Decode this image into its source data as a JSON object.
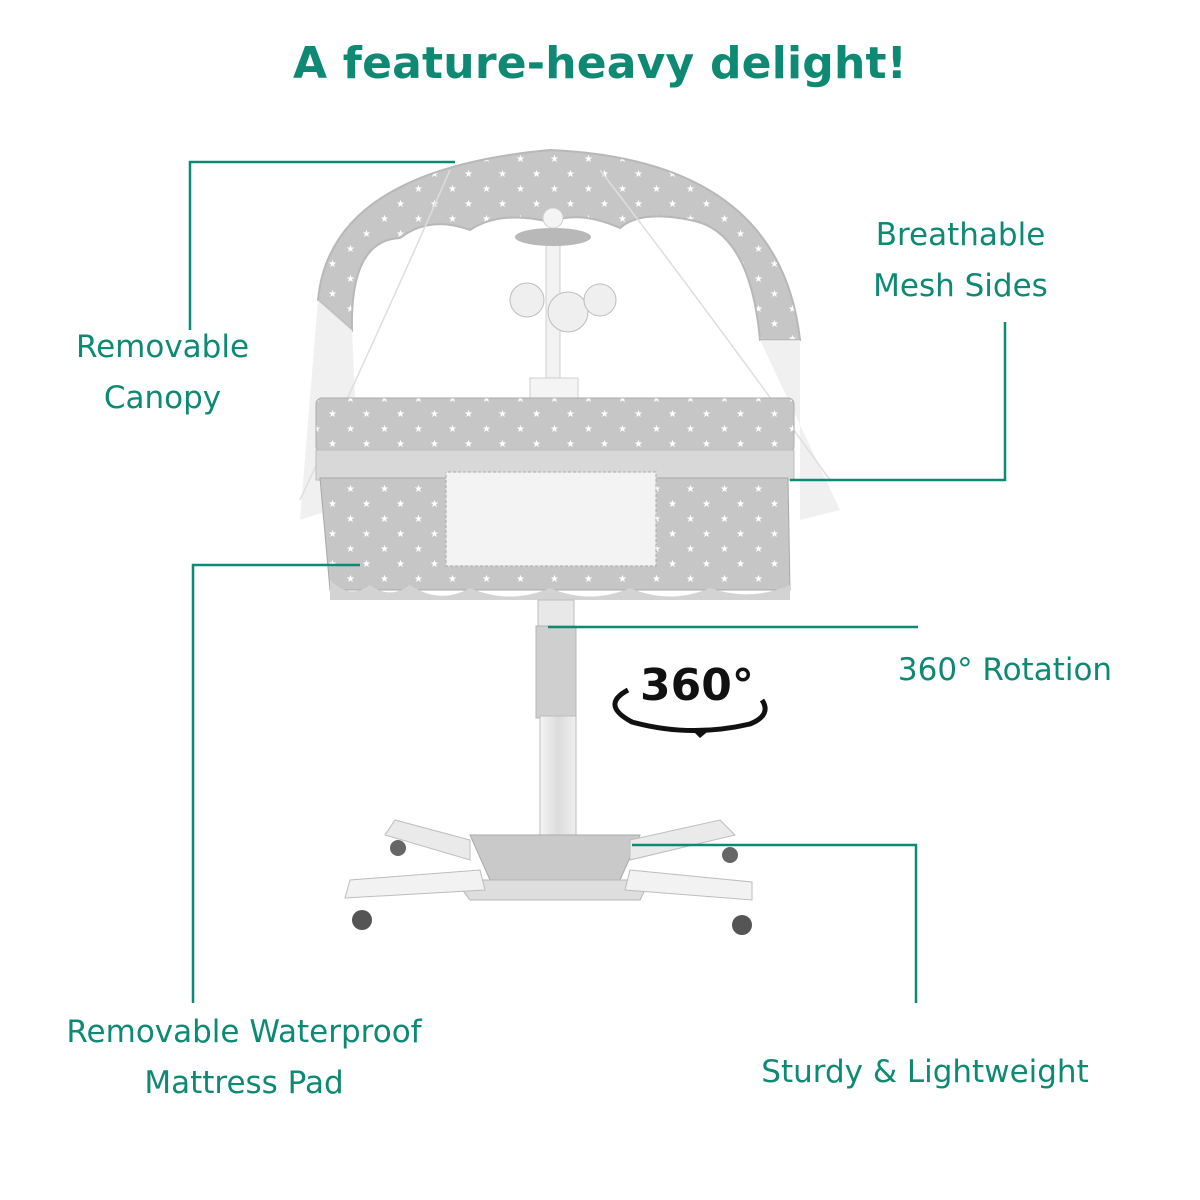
{
  "heading": "A feature-heavy delight!",
  "features": {
    "canopy": [
      "Removable",
      "Canopy"
    ],
    "mesh": [
      "Breathable",
      "Mesh Sides"
    ],
    "rotation": [
      "360° Rotation"
    ],
    "mattress": [
      "Removable Waterproof",
      "Mattress Pad"
    ],
    "base": [
      "Sturdy & Lightweight"
    ]
  },
  "badge": {
    "text": "360°"
  },
  "colors": {
    "accent": "#0e8a74",
    "fabric": "#c7c7c7",
    "frame": "#e6e6e6"
  }
}
